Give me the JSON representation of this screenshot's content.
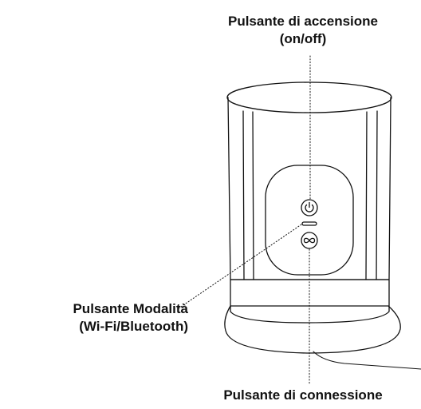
{
  "labels": {
    "power_button": {
      "line1": "Pulsante di accensione",
      "line2": "(on/off)"
    },
    "mode_button": {
      "line1": "Pulsante Modalità",
      "line2": "(Wi-Fi/Bluetooth)"
    },
    "connect_button": {
      "line1": "Pulsante di connessione"
    }
  },
  "icons": {
    "power": "power-icon",
    "mode": "mode-indicator-icon",
    "connect": "infinity-icon"
  },
  "colors": {
    "stroke": "#111111",
    "background": "#ffffff"
  }
}
